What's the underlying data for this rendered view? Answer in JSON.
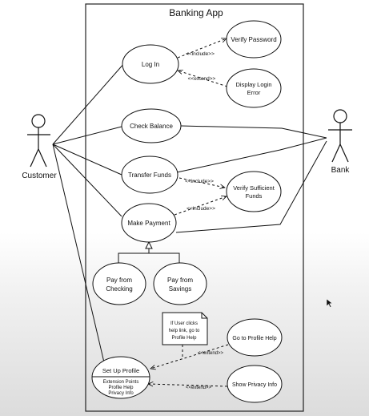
{
  "system": {
    "title": "Banking App"
  },
  "actors": {
    "customer": "Customer",
    "bank": "Bank"
  },
  "use_cases": {
    "login": "Log In",
    "verify_password": "Verify Password",
    "display_login_error": [
      "Display Login",
      "Error"
    ],
    "check_balance": "Check Balance",
    "transfer_funds": "Transfer Funds",
    "verify_sufficient_funds": [
      "Verify Sufficient",
      "Funds"
    ],
    "make_payment": "Make Payment",
    "pay_from_checking": [
      "Pay from",
      "Checking"
    ],
    "pay_from_savings": [
      "Pay from",
      "Savings"
    ],
    "go_to_profile_help": "Go to Profile Help",
    "show_privacy_info": "Show Privacy Info",
    "set_up_profile": {
      "name": "Set Up Profile",
      "section": [
        "Extension Points",
        "Profile Help",
        "Privacy Info"
      ]
    }
  },
  "relations": {
    "include": "<<include>>",
    "extend": "<<extend>>"
  },
  "note": [
    "If User clicks",
    "help link, go to",
    "Profile Help"
  ]
}
